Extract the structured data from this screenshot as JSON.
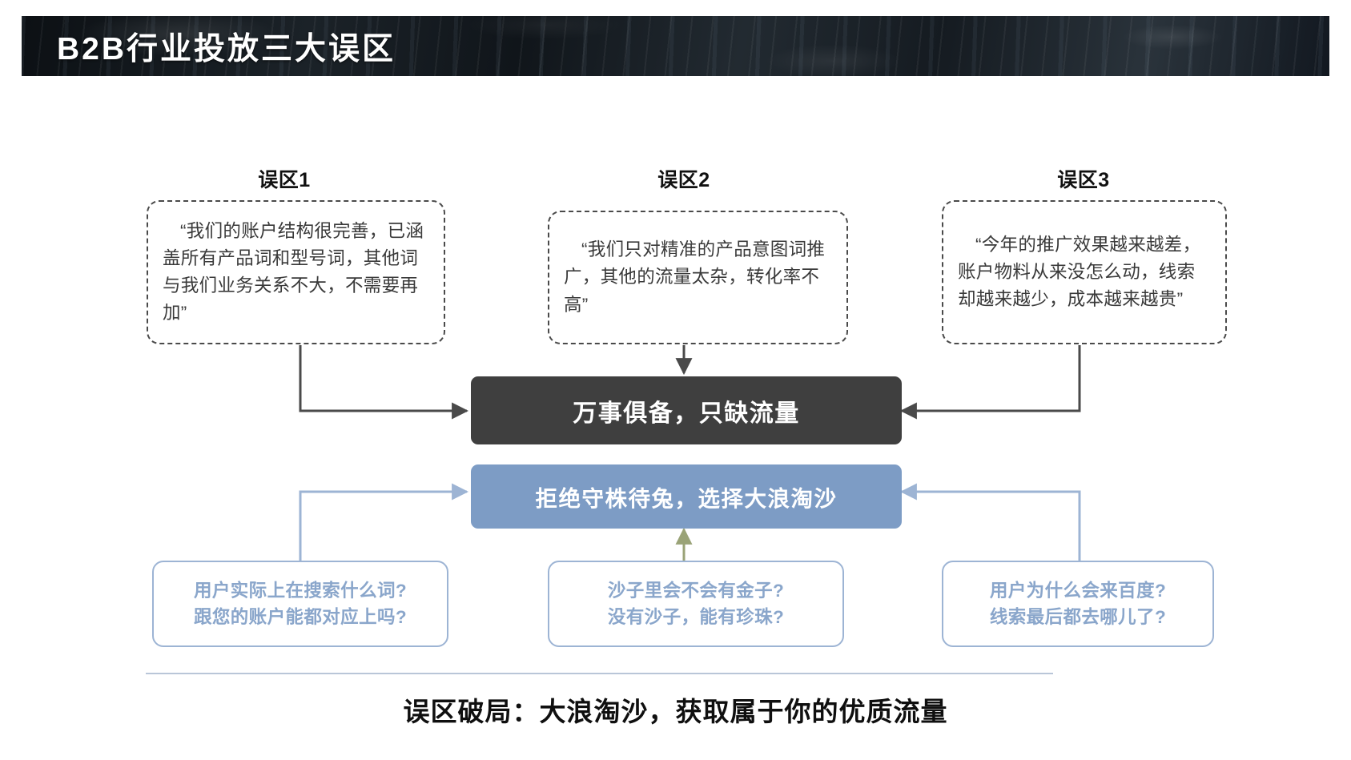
{
  "header": {
    "title": "B2B行业投放三大误区"
  },
  "columns": [
    {
      "heading": "误区1",
      "quote": "“我们的账户结构很完善，已涵盖所有产品词和型号词，其他词与我们业务关系不大，不需要再加”",
      "question_line1": "用户实际上在搜索什么词?",
      "question_line2": "跟您的账户能都对应上吗?"
    },
    {
      "heading": "误区2",
      "quote": "“我们只对精准的产品意图词推广，其他的流量太杂，转化率不高”",
      "question_line1": "沙子里会不会有金子?",
      "question_line2": "没有沙子，能有珍珠?"
    },
    {
      "heading": "误区3",
      "quote": "“今年的推广效果越来越差，账户物料从来没怎么动，线索却越来越少，成本越来越贵”",
      "question_line1": "用户为什么会来百度?",
      "question_line2": "线索最后都去哪儿了?"
    }
  ],
  "banners": {
    "problem": "万事俱备，只缺流量",
    "solution": "拒绝守株待兔，选择大浪淘沙"
  },
  "footer": {
    "caption": "误区破局：大浪淘沙，获取属于你的优质流量"
  },
  "colors": {
    "header_band": "#14181c",
    "problem_banner": "#3f3f3f",
    "solution_banner": "#7d9cc5",
    "question_text": "#8aa6cb",
    "question_border": "#9db4d4",
    "dashed_border": "#4a4a4a",
    "dark_connector": "#4a4a4a",
    "blue_connector": "#9db4d4",
    "olive_connector": "#9aa377",
    "footer_rule": "#b9c6d8"
  }
}
